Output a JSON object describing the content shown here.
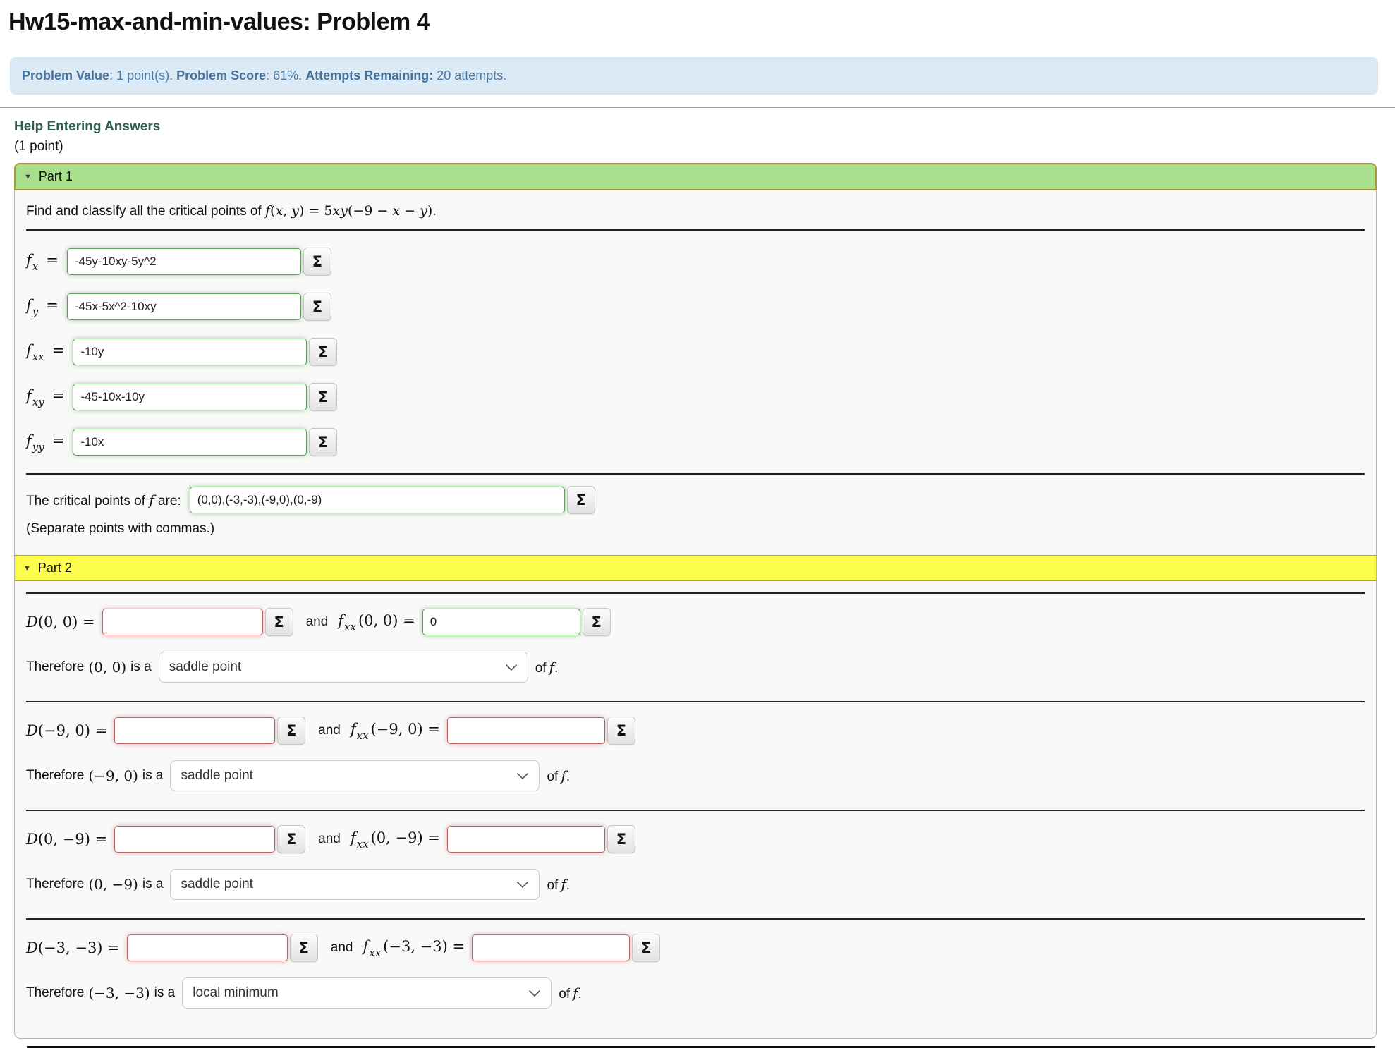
{
  "page": {
    "title": "Hw15-max-and-min-values: Problem 4",
    "help_link": "Help Entering Answers",
    "points_note": "(1 point)"
  },
  "info_bar": {
    "value_label": "Problem Value",
    "value_text": ": 1 point(s). ",
    "score_label": "Problem Score",
    "score_text": ": 61%. ",
    "attempts_label": "Attempts Remaining:",
    "attempts_text": " 20 attempts."
  },
  "icons": {
    "collapse": "▼",
    "sigma": "Σ"
  },
  "colors": {
    "part1_header_bg": "#a9e08d",
    "part1_header_border": "#a89a2c",
    "part2_header_bg": "#fdfd4e",
    "info_bar_bg": "#dceaf6",
    "info_bar_text": "#4a7ba6",
    "correct_border": "#5f9e57",
    "incorrect_border": "#c0605e",
    "help_link_text": "#2d5f4f"
  },
  "part1": {
    "header": "Part 1",
    "intro_prefix": "Find and classify all the critical points of",
    "intro_math": "f(x, y) = 5xy(−9 − x − y)",
    "intro_suffix": ".",
    "eq": "=",
    "rows": [
      {
        "base": "f",
        "sub": "x",
        "value": "-45y-10xy-5y^2",
        "state": "correct"
      },
      {
        "base": "f",
        "sub": "y",
        "value": "-45x-5x^2-10xy",
        "state": "correct"
      },
      {
        "base": "f",
        "sub": "xx",
        "value": "-10y",
        "state": "correct"
      },
      {
        "base": "f",
        "sub": "xy",
        "value": "-45-10x-10y",
        "state": "correct"
      },
      {
        "base": "f",
        "sub": "yy",
        "value": "-10x",
        "state": "correct"
      }
    ],
    "critical": {
      "prefix": "The critical points of",
      "math": "f",
      "suffix": "are:",
      "value": "(0,0),(-3,-3),(-9,0),(0,-9)",
      "state": "correct",
      "note": "(Separate points with commas.)"
    }
  },
  "part2": {
    "header": "Part 2",
    "and": "and",
    "therefore": "Therefore",
    "is_a": "is a",
    "of": "of",
    "f": "f",
    "period": ".",
    "rows": [
      {
        "d_lhs": "D(0, 0) =",
        "d_value": "",
        "d_state": "incorrect",
        "f_base": "f",
        "f_sub": "xx",
        "f_lhs": "(0, 0) =",
        "f_value": "0",
        "f_state": "correct",
        "point": "(0, 0)",
        "select_value": "saddle point"
      },
      {
        "d_lhs": "D(−9, 0) =",
        "d_value": "",
        "d_state": "incorrect",
        "f_base": "f",
        "f_sub": "xx",
        "f_lhs": "(−9, 0) =",
        "f_value": "",
        "f_state": "incorrect",
        "point": "(−9, 0)",
        "select_value": "saddle point"
      },
      {
        "d_lhs": "D(0, −9) =",
        "d_value": "",
        "d_state": "incorrect",
        "f_base": "f",
        "f_sub": "xx",
        "f_lhs": "(0, −9) =",
        "f_value": "",
        "f_state": "incorrect",
        "point": "(0, −9)",
        "select_value": "saddle point"
      },
      {
        "d_lhs": "D(−3, −3) =",
        "d_value": "",
        "d_state": "incorrect",
        "f_base": "f",
        "f_sub": "xx",
        "f_lhs": "(−3, −3) =",
        "f_value": "",
        "f_state": "incorrect",
        "point": "(−3, −3)",
        "select_value": "local minimum"
      }
    ]
  }
}
